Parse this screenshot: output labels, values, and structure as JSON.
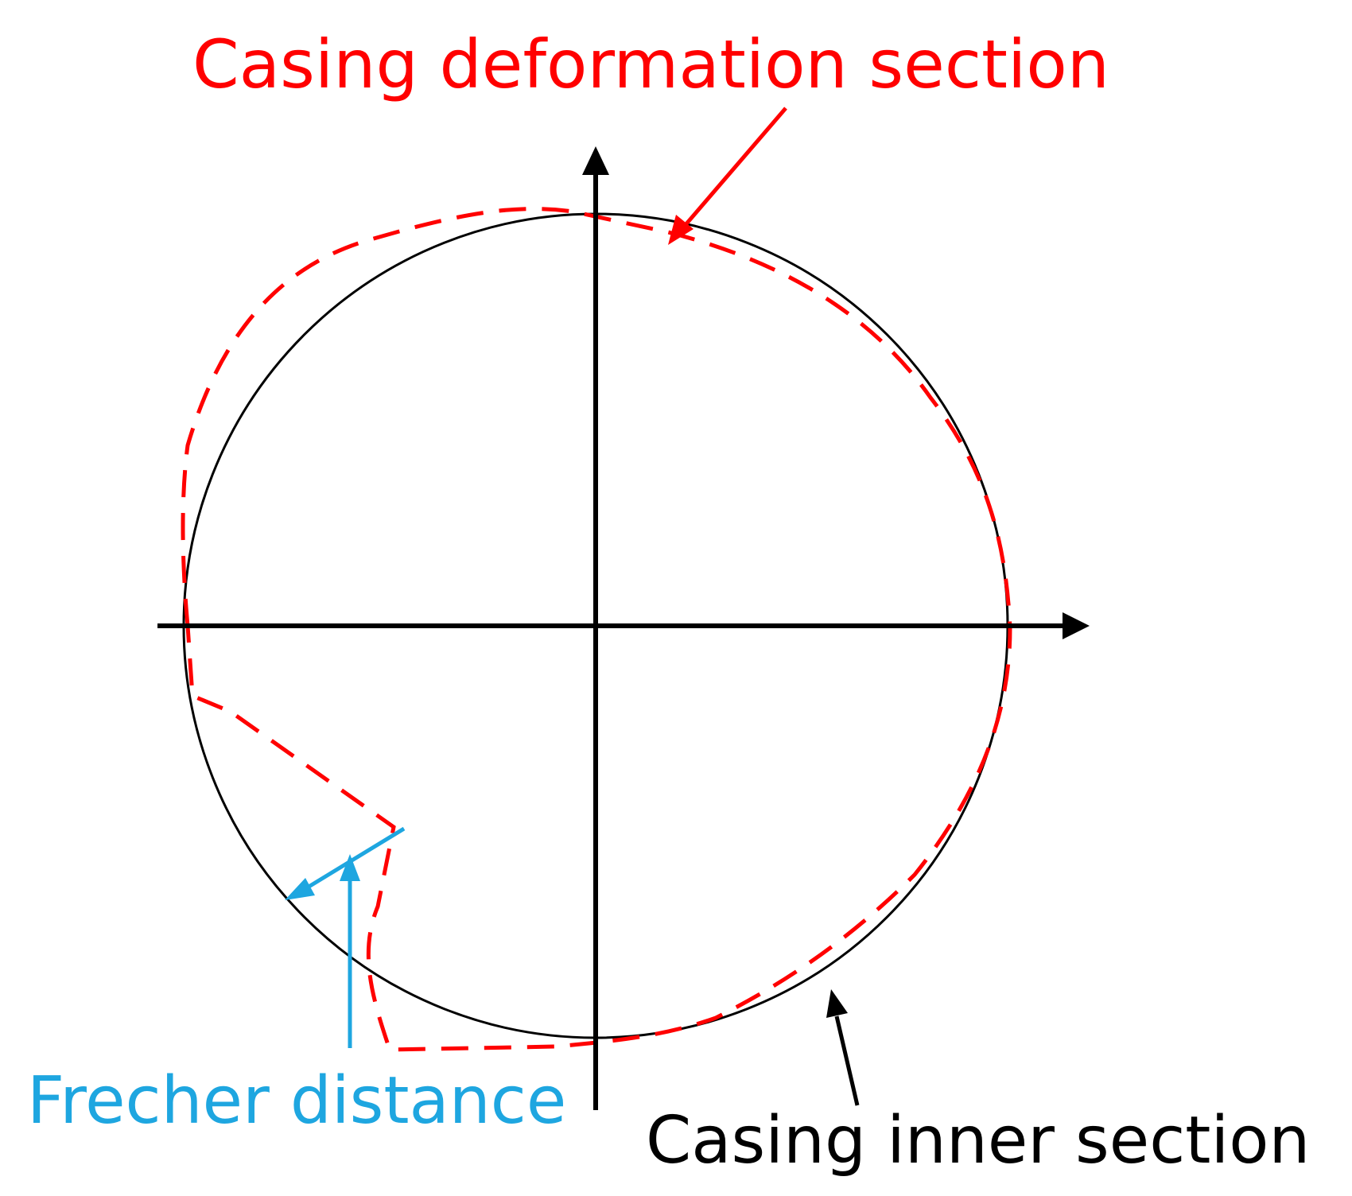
{
  "diagram": {
    "labels": {
      "deformation": "Casing deformation section",
      "frecher": "Frecher distance",
      "inner": "Casing inner section"
    },
    "colors": {
      "deformation": "#ff0000",
      "frecher": "#1ea6e0",
      "inner": "#000000",
      "axes": "#000000",
      "background": "#ffffff"
    }
  }
}
